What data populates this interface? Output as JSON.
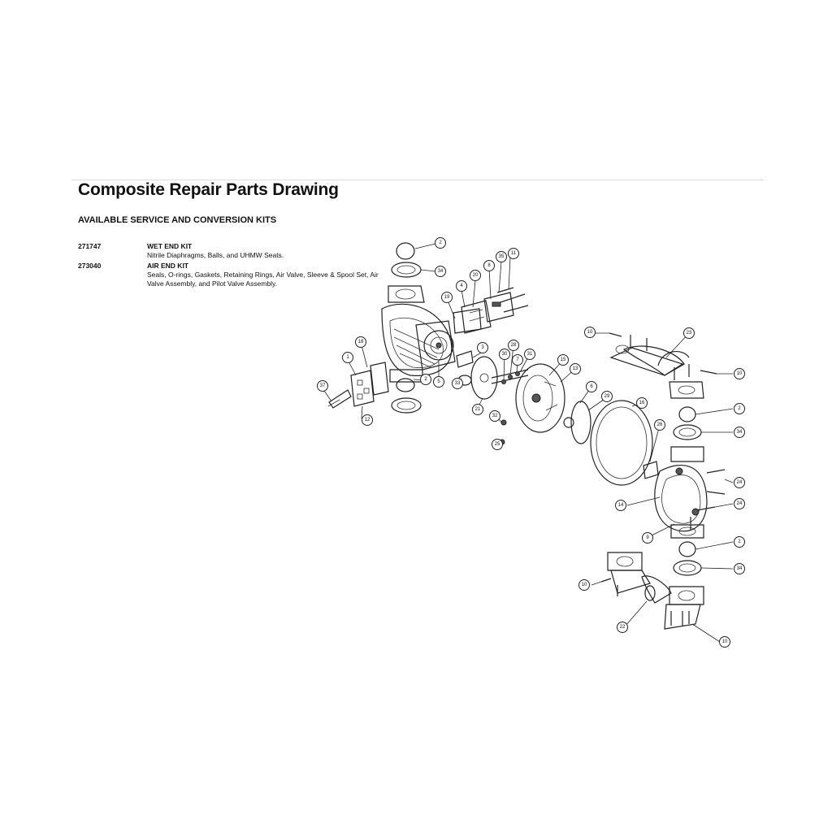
{
  "title": "Composite Repair Parts Drawing",
  "kits_heading": "AVAILABLE SERVICE AND CONVERSION KITS",
  "kits": [
    {
      "number": "271747",
      "name": "WET END KIT",
      "description": "Nitrile Diaphragms, Balls, and UHMW Seats."
    },
    {
      "number": "273040",
      "name": "AIR END KIT",
      "description": "Seals, O-rings, Gaskets, Retaining Rings, Air Valve, Sleeve & Spool Set, Air Valve Assembly, and Pilot Valve Assembly."
    }
  ],
  "callouts": [
    "2",
    "34",
    "20",
    "35",
    "11",
    "8",
    "4",
    "19",
    "18",
    "1",
    "37",
    "12",
    "2",
    "5",
    "33",
    "3",
    "28",
    "30",
    "7",
    "31",
    "21",
    "32",
    "25",
    "15",
    "13",
    "6",
    "29",
    "16",
    "10",
    "23",
    "10",
    "2",
    "34",
    "26",
    "24",
    "24",
    "14",
    "9",
    "2",
    "34",
    "10",
    "22",
    "10"
  ]
}
